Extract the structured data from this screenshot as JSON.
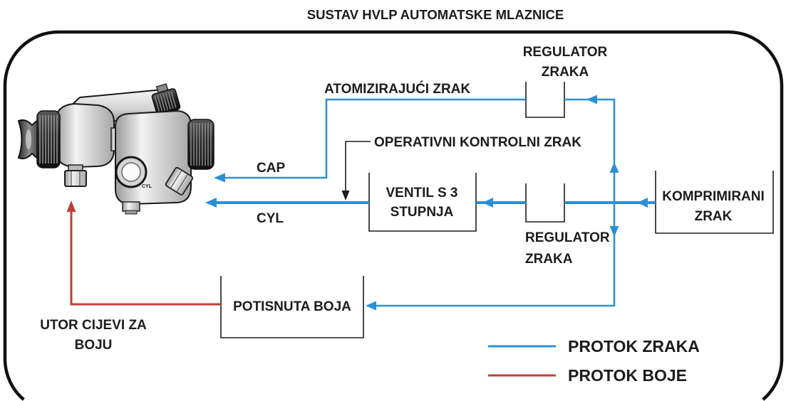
{
  "title": "SUSTAV HVLP AUTOMATSKE MLAZNICE",
  "colors": {
    "air": "#2b8fd6",
    "paint": "#c0403a",
    "control": "#1c1c1c"
  },
  "gun": {
    "icon": "spray-gun",
    "marking": "CYL"
  },
  "components": {
    "regulator_top": {
      "line1": "REGULATOR",
      "line2": "ZRAKA"
    },
    "regulator_bottom": {
      "line1": "REGULATOR",
      "line2": "ZRAKA"
    },
    "three_way_valve": {
      "line1": "VENTIL S 3",
      "line2": "STUPNJA"
    },
    "compressed_air": {
      "line1": "KOMPRIMIRANI",
      "line2": "ZRAK"
    },
    "pressure_paint": {
      "line1": "POTISNUTA BOJA"
    }
  },
  "flow_labels": {
    "atomizing_air": "ATOMIZIRAJUĆI ZRAK",
    "operating_control_air": "OPERATIVNI KONTROLNI ZRAK",
    "cap_port": "CAP",
    "cyl_port": "CYL",
    "paint_inlet": {
      "line1": "UTOR CIJEVI ZA",
      "line2": "BOJU"
    }
  },
  "legend": [
    {
      "label": "PROTOK ZRAKA",
      "color": "#2b8fd6"
    },
    {
      "label": "PROTOK BOJE",
      "color": "#c0403a"
    }
  ]
}
